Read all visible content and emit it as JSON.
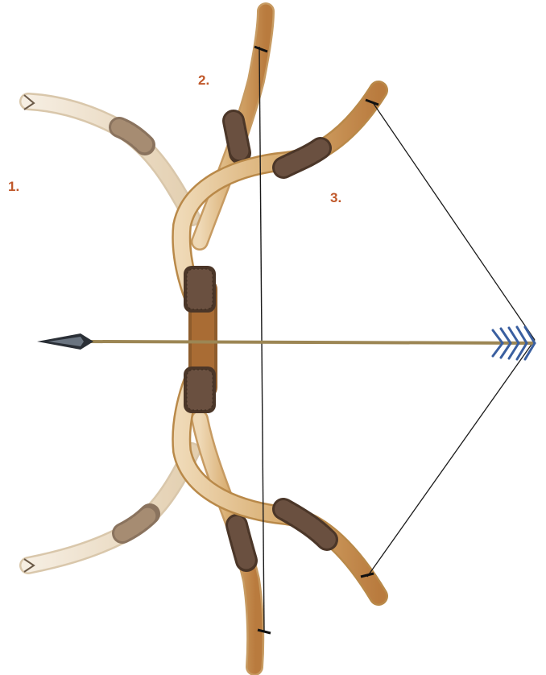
{
  "labels": {
    "one": "1.",
    "two": "2.",
    "three": "3."
  },
  "colors": {
    "label": "#c0582a",
    "wood_pale": "#efe2cf",
    "wood_mid": "#ddb98a",
    "wood_dark": "#c88d4e",
    "grip_wrap": "#5a4234",
    "string": "#1a1a1a",
    "arrow_shaft": "#a08a5a",
    "fletching": "#3a5fa0"
  }
}
